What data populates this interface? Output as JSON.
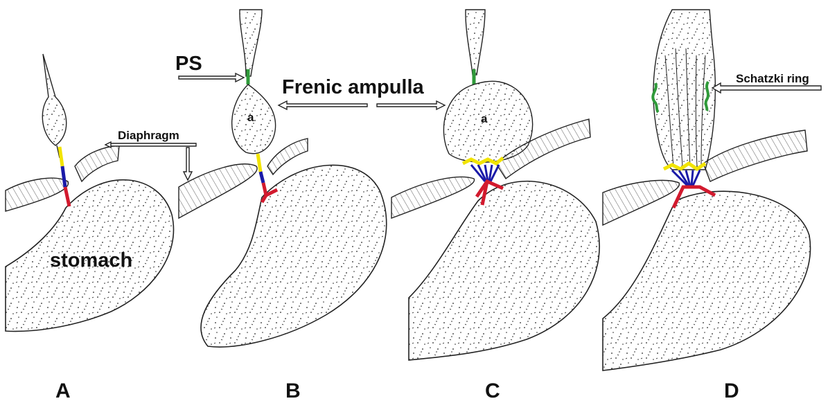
{
  "labels": {
    "stomach": "stomach",
    "diaphragm": "Diaphragm",
    "ps": "PS",
    "frenic_ampulla": "Frenic ampulla",
    "schatzki_ring": "Schatzki ring",
    "ampulla_b": "a",
    "ampulla_c": "a"
  },
  "panels": [
    "A",
    "B",
    "C",
    "D"
  ],
  "colors": {
    "yellow": "#f2e400",
    "blue": "#1a1aa8",
    "red": "#d21a2e",
    "green": "#2f9a3a",
    "ink": "#222222"
  }
}
